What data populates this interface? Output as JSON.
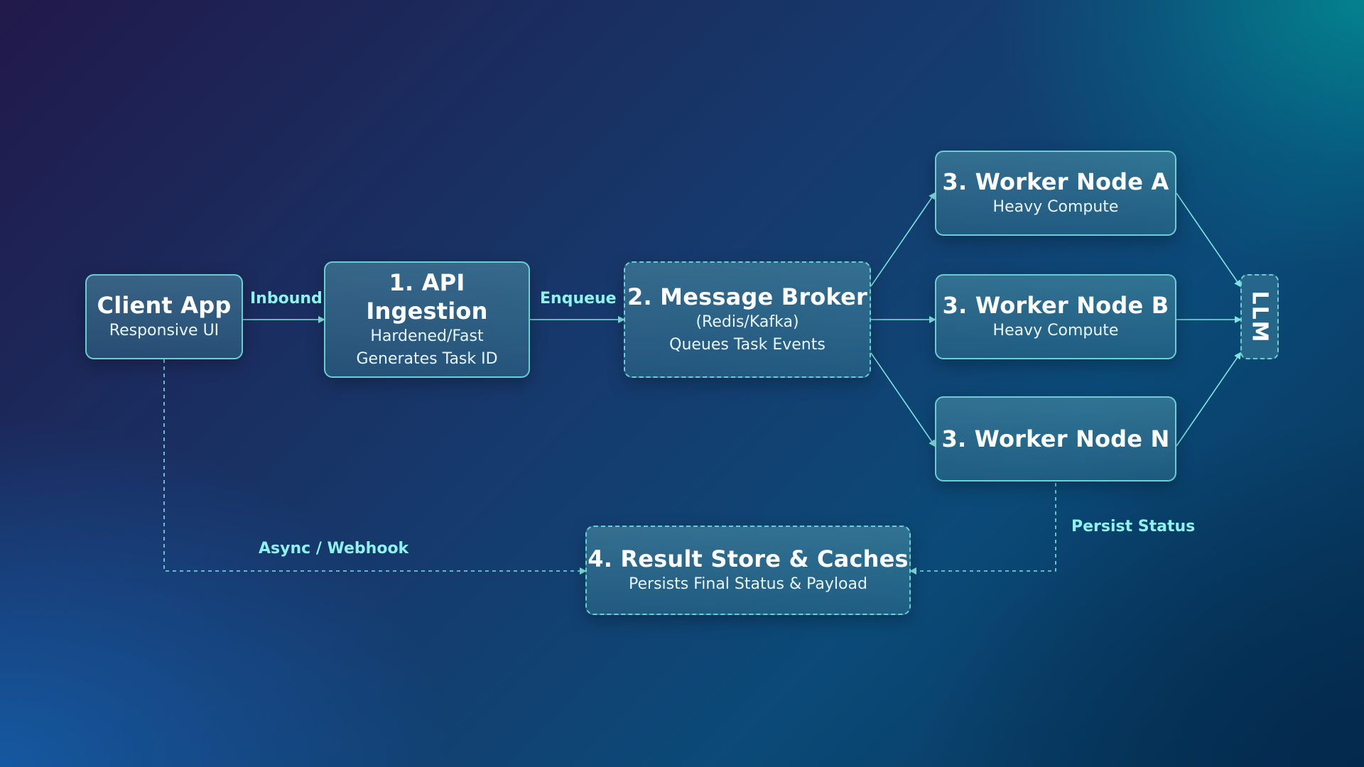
{
  "nodes": {
    "client": {
      "title": "Client App",
      "subtitle": "Responsive UI"
    },
    "api": {
      "title": "1. API Ingestion",
      "line1": "Hardened/Fast",
      "line2": "Generates Task ID"
    },
    "broker": {
      "title": "2. Message Broker",
      "line1": "(Redis/Kafka)",
      "line2": "Queues Task Events"
    },
    "worker_a": {
      "title": "3. Worker Node A",
      "subtitle": "Heavy Compute"
    },
    "worker_b": {
      "title": "3. Worker Node B",
      "subtitle": "Heavy Compute"
    },
    "worker_n": {
      "title": "3. Worker Node N"
    },
    "store": {
      "title": "4. Result Store & Caches",
      "subtitle": "Persists Final Status & Payload"
    },
    "llm": {
      "label": "LLM"
    }
  },
  "edge_labels": {
    "inbound": "Inbound",
    "enqueue": "Enqueue",
    "async_webhook": "Async / Webhook",
    "persist_status": "Persist Status"
  },
  "colors": {
    "connector": "#7fe3e0",
    "label": "#8ff2ee",
    "node_border": "#78e1e1"
  }
}
